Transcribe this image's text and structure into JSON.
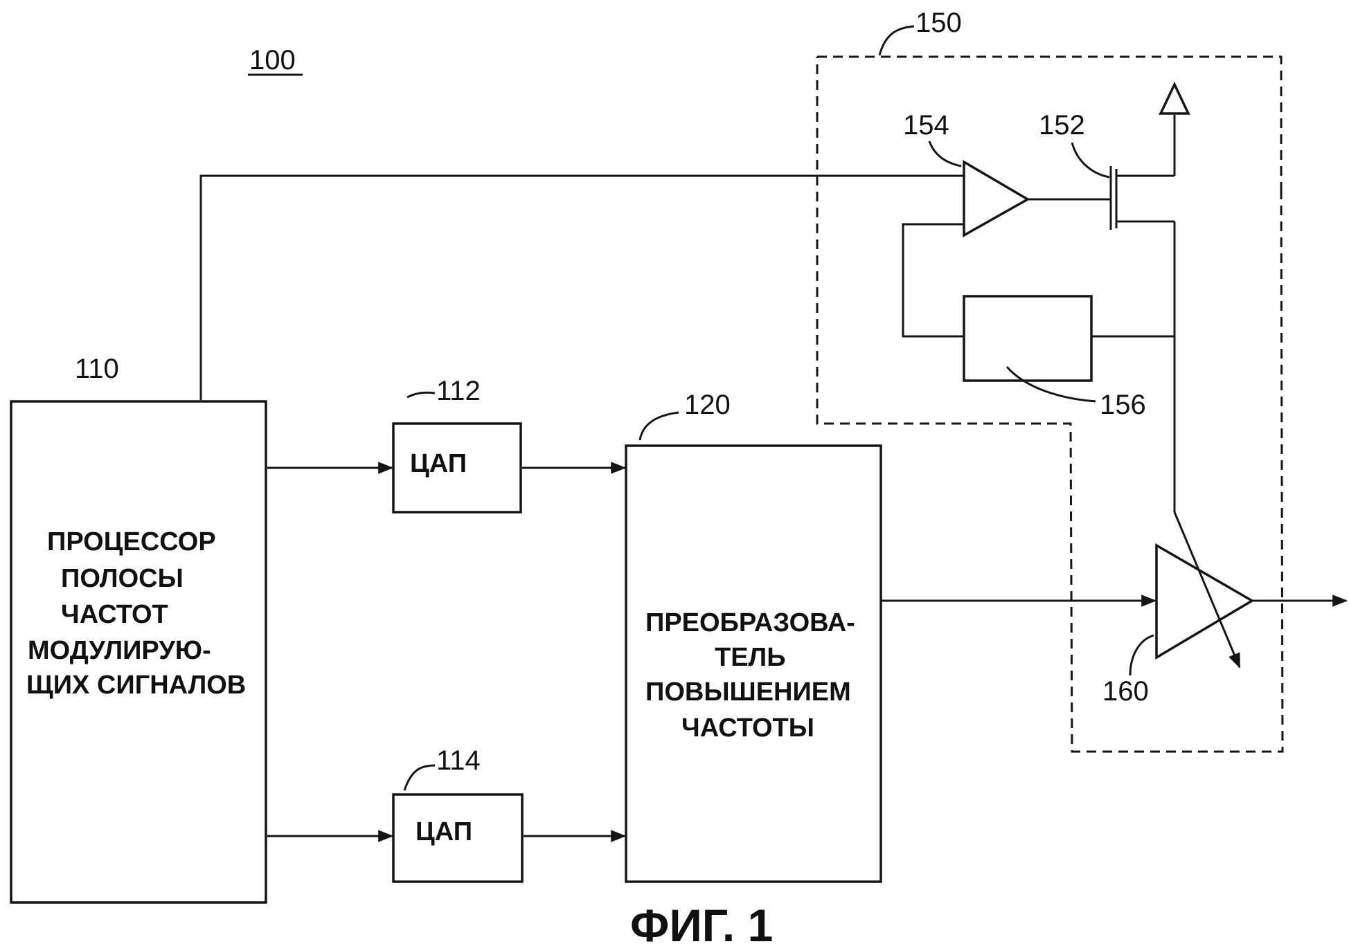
{
  "diagram": {
    "ref_100": "100",
    "ref_110": "110",
    "ref_112": "112",
    "ref_114": "114",
    "ref_120": "120",
    "ref_150": "150",
    "ref_152": "152",
    "ref_154": "154",
    "ref_156": "156",
    "ref_160": "160",
    "processor_lines": [
      "ПРОЦЕССОР",
      "ПОЛОСЫ",
      "ЧАСТОТ",
      "МОДУЛИРУЮ-",
      "ЩИХ СИГНАЛОВ"
    ],
    "dac_top_label": "ЦАП",
    "dac_bottom_label": "ЦАП",
    "upconverter_lines": [
      "ПРЕОБРАЗОВА-",
      "ТЕЛЬ",
      "ПОВЫШЕНИЕМ",
      "ЧАСТОТЫ"
    ],
    "figure_caption": "ФИГ. 1"
  }
}
